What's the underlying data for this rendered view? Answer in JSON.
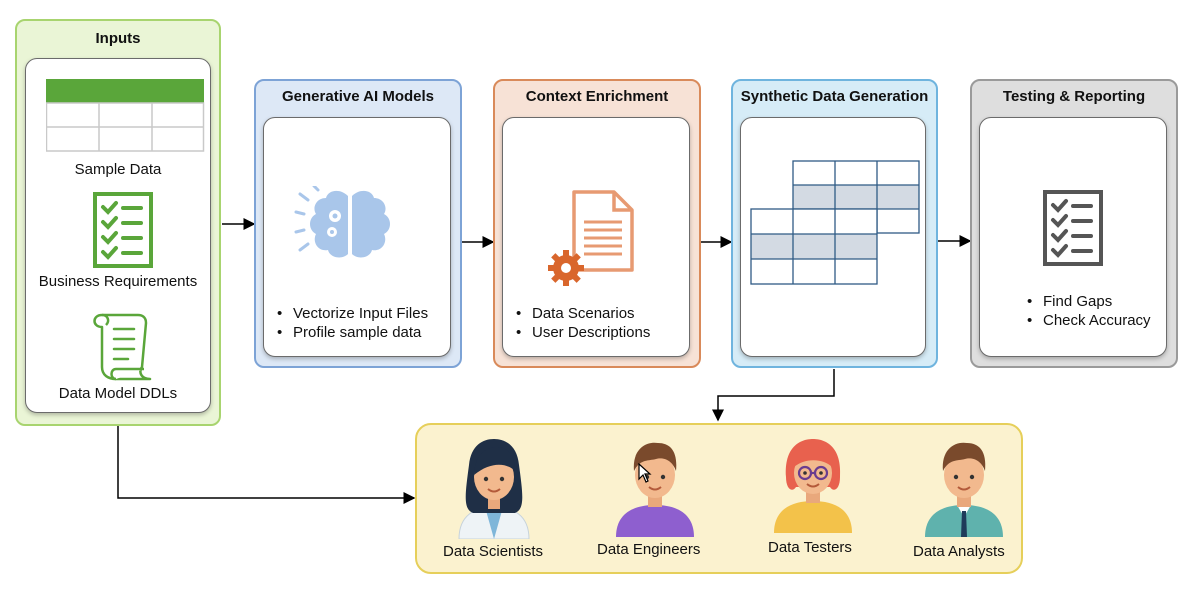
{
  "inputs": {
    "title": "Inputs",
    "items": [
      {
        "label": "Sample Data",
        "icon": "table-icon"
      },
      {
        "label": "Business Requirements",
        "icon": "checklist-icon"
      },
      {
        "label": "Data Model DDLs",
        "icon": "scroll-icon"
      }
    ]
  },
  "stages": [
    {
      "title": "Generative AI Models",
      "icon": "brain-gear-icon",
      "bullets": [
        "Vectorize Input Files",
        "Profile sample data"
      ]
    },
    {
      "title": "Context Enrichment",
      "icon": "document-gear-icon",
      "bullets": [
        "Data Scenarios",
        "User Descriptions"
      ]
    },
    {
      "title": "Synthetic Data Generation",
      "icon": "synthetic-table-icon",
      "bullets": []
    },
    {
      "title": "Testing & Reporting",
      "icon": "checklist-icon",
      "bullets": [
        "Find Gaps",
        "Check Accuracy"
      ]
    }
  ],
  "users": [
    {
      "label": "Data Scientists"
    },
    {
      "label": "Data Engineers"
    },
    {
      "label": "Data Testers"
    },
    {
      "label": "Data Analysts"
    }
  ],
  "colors": {
    "inputs_bg": "#eaf5d6",
    "inputs_border": "#a8d46f",
    "genai_bg": "#dde8f6",
    "genai_border": "#7da3d6",
    "context_bg": "#f7e2d6",
    "context_border": "#d98a5a",
    "synthetic_bg": "#d6ecf7",
    "synthetic_border": "#6fb4de",
    "testing_bg": "#dedede",
    "testing_border": "#9a9a9a",
    "users_bg": "#fbf2cf",
    "users_border": "#e6cf5a",
    "green_icon": "#5aa63a"
  }
}
